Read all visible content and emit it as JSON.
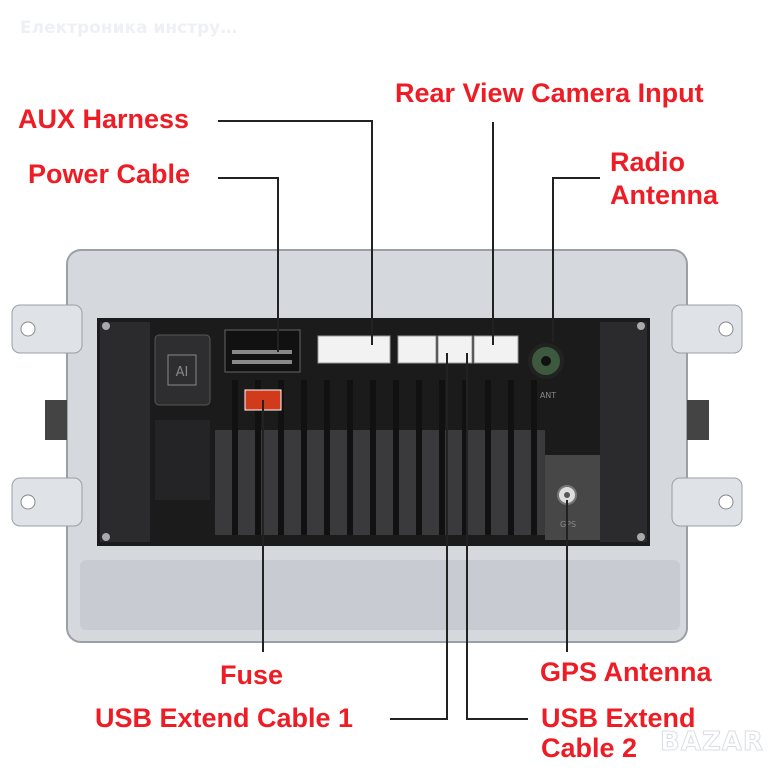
{
  "watermark_title": "Електроника инстру…",
  "watermark_logo": "BAZAR",
  "device": {
    "ai_badge": "AI",
    "ant_label": "ANT",
    "gps_label": "GPS"
  },
  "labels": {
    "aux_harness": "AUX Harness",
    "power_cable": "Power Cable",
    "rear_camera": "Rear View Camera Input",
    "radio_antenna_1": "Radio",
    "radio_antenna_2": "Antenna",
    "fuse": "Fuse",
    "usb1": "USB Extend Cable 1",
    "gps_antenna": "GPS Antenna",
    "usb2_1": "USB Extend",
    "usb2_2": "Cable 2"
  },
  "colors": {
    "label": "#ee1c24",
    "leader": "#222222"
  }
}
